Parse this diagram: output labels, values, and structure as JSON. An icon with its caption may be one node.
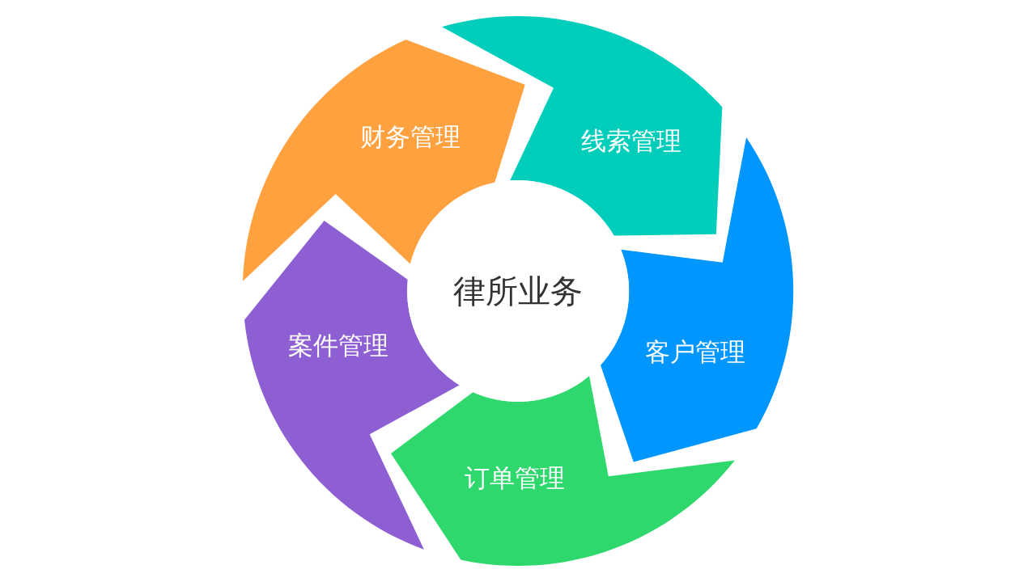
{
  "diagram": {
    "nodes": [
      {
        "text": [
          "律所业务"
        ]
      },
      {
        "text": [
          "线索管理"
        ]
      },
      {
        "text": [
          "客户管理"
        ]
      },
      {
        "text": [
          "订单管理"
        ]
      },
      {
        "text": [
          "案件管理"
        ]
      },
      {
        "text": [
          "财务管理"
        ]
      }
    ]
  }
}
